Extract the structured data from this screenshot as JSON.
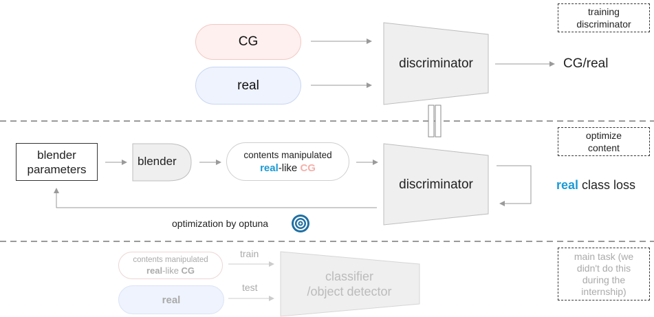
{
  "section1": {
    "tag": "training\ndiscriminator",
    "cg_label": "CG",
    "real_label": "real",
    "discriminator_label": "discriminator",
    "output_label": "CG/real"
  },
  "section2": {
    "tag": "optimize\ncontent",
    "blender_params_label": "blender\nparameters",
    "blender_label": "blender",
    "contents_line1": "contents manipulated",
    "contents_real": "real",
    "contents_like": "-like ",
    "contents_cg": "CG",
    "discriminator_label": "discriminator",
    "loss_real": "real",
    "loss_rest": " class loss",
    "optimization_label": "optimization by optuna"
  },
  "section3": {
    "tag": "main task (we\ndidn't do this\nduring the\ninternship)",
    "contents_line1": "contents manipulated",
    "contents_real": "real",
    "contents_like": "-like ",
    "contents_cg": "CG",
    "real_label": "real",
    "train_label": "train",
    "test_label": "test",
    "classifier_label": "classifier\n/object detector"
  },
  "colors": {
    "cg_fill": "#fdf0ef",
    "cg_border": "#f3c7c2",
    "real_fill": "#eef3fd",
    "real_border": "#c9d6f2",
    "trapezoid_fill": "#efefef",
    "trapezoid_border": "#bdbdbd",
    "accent_blue": "#1a9ad6",
    "accent_pink": "#f3b0aa",
    "separator": "#999999"
  }
}
